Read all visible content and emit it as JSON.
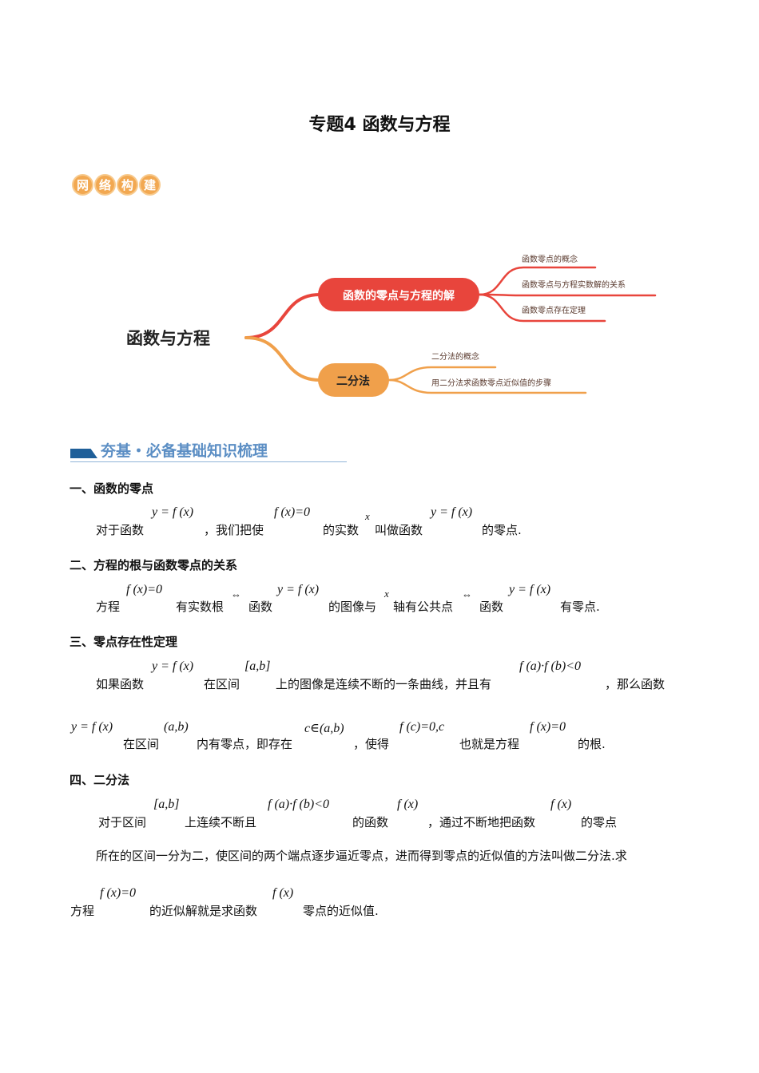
{
  "title": "专题4  函数与方程",
  "badge": [
    "网",
    "络",
    "构",
    "建"
  ],
  "mindmap": {
    "root": "函数与方程",
    "branches": [
      {
        "label": "函数的零点与方程的解",
        "color": "#e8453c",
        "leaves": [
          "函数零点的概念",
          "函数零点与方程实数解的关系",
          "函数零点存在定理"
        ]
      },
      {
        "label": "二分法",
        "color": "#f0a04b",
        "leaves": [
          "二分法的概念",
          "用二分法求函数零点近似值的步骤"
        ]
      }
    ]
  },
  "section_header": "夯基・必备基础知识梳理",
  "colors": {
    "section_blue": "#5b8ec4",
    "badge_orange": "#f2a851"
  },
  "s1": {
    "heading": "一、函数的零点",
    "l1": [
      "对于函数",
      "y = f (x)",
      "，我们把使",
      "f (x)=0",
      "的实数",
      "x",
      "叫做函数",
      "y = f (x)",
      "的零点."
    ]
  },
  "s2": {
    "heading": "二、方程的根与函数零点的关系",
    "l1": [
      "方程",
      "f (x)=0",
      "有实数根",
      "⇔",
      "函数",
      "y = f (x)",
      "的图像与",
      "x",
      "轴有公共点",
      "⇔",
      "函数",
      "y = f (x)",
      "有零点."
    ]
  },
  "s3": {
    "heading": "三、零点存在性定理",
    "l1": [
      "如果函数",
      "y = f (x)",
      "在区间",
      "[a,b]",
      "上的图像是连续不断的一条曲线，并且有",
      "f (a)·f (b)<0",
      "，那么函数"
    ],
    "l2": [
      "y = f (x)",
      "在区间",
      "(a,b)",
      "内有零点，即存在",
      "c∈(a,b)",
      "，使得",
      "f (c)=0,c",
      "也就是方程",
      "f (x)=0",
      "的根."
    ]
  },
  "s4": {
    "heading": "四、二分法",
    "l1": [
      "对于区间",
      "[a,b]",
      "上连续不断且",
      "f (a)·f (b)<0",
      "的函数",
      "f (x)",
      "，通过不断地把函数",
      "f (x)",
      "的零点"
    ],
    "l2": [
      "所在的区间一分为二，使区间的两个端点逐步逼近零点，进而得到零点的近似值的方法叫做二分法.求"
    ],
    "l3": [
      "方程",
      "f (x)=0",
      "的近似解就是求函数",
      "f (x)",
      "零点的近似值."
    ]
  }
}
